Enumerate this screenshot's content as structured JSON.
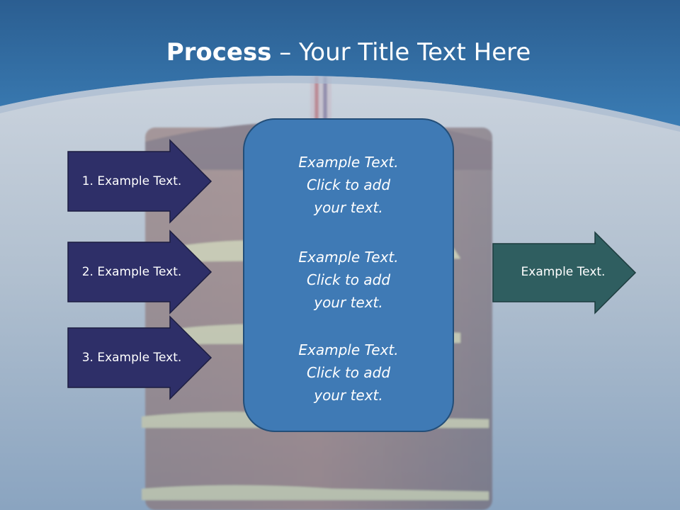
{
  "slide": {
    "title_bold": "Process",
    "title_rest": " – Your Title Text Here",
    "left_arrows": [
      {
        "label": "1. Example Text."
      },
      {
        "label": "2. Example Text."
      },
      {
        "label": "3. Example Text."
      }
    ],
    "center_box": {
      "blocks": [
        {
          "line1": "Example Text.",
          "line2": "Click  to add",
          "line3": "your text."
        },
        {
          "line1": "Example Text.",
          "line2": "Click  to add",
          "line3": "your text."
        },
        {
          "line1": "Example Text.",
          "line2": "Click  to add",
          "line3": "your text."
        }
      ]
    },
    "right_arrow": {
      "label": "Example Text."
    }
  },
  "colors": {
    "header_blue": "#2e6aa0",
    "background_top": "#cfd6df",
    "background_bottom": "#8ea6c1",
    "left_arrow_fill": "#2e2f68",
    "center_box_fill": "#3f7ab5",
    "right_arrow_fill": "#2f5e60"
  }
}
